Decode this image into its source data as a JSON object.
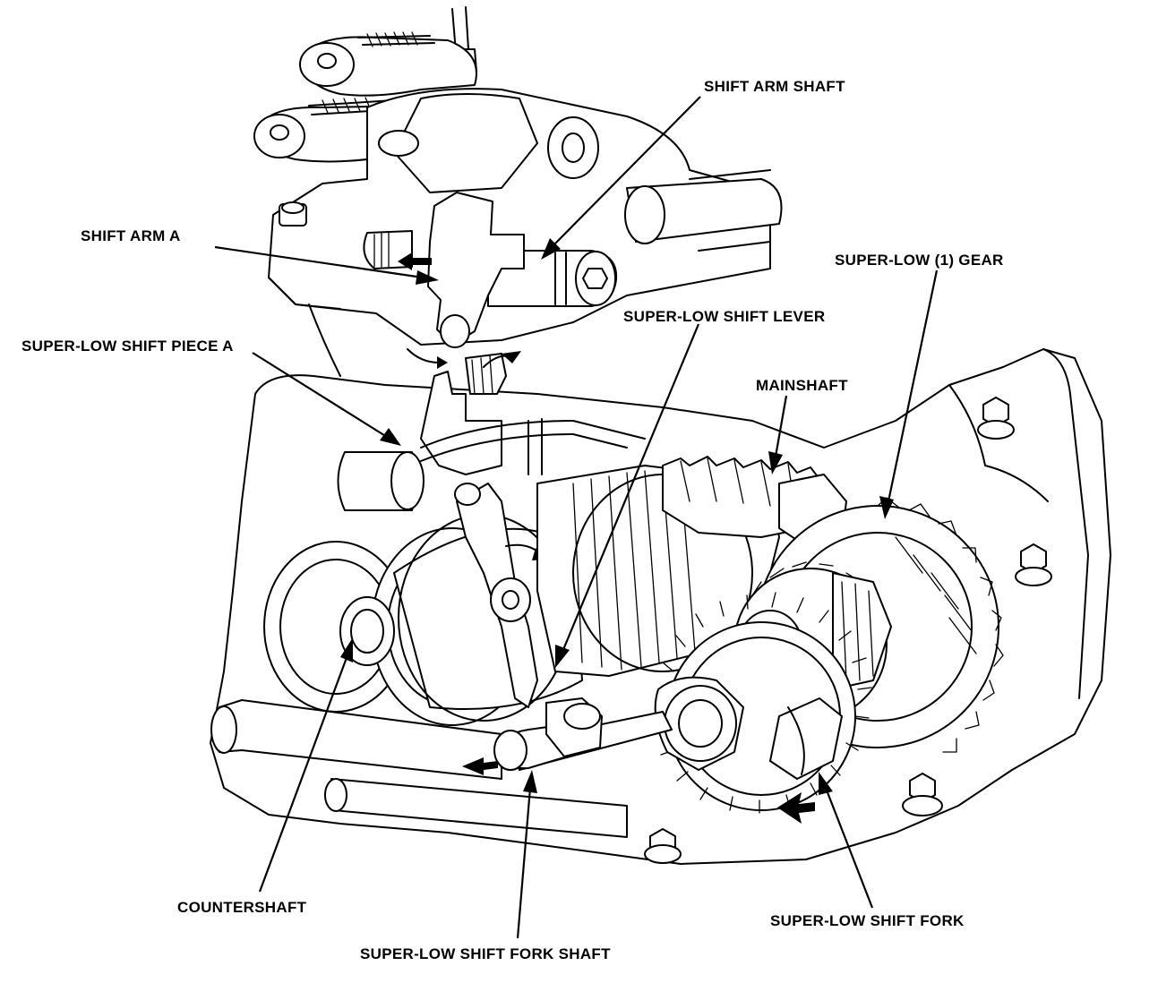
{
  "labels": {
    "shift_arm_shaft": "SHIFT ARM SHAFT",
    "shift_arm_a": "SHIFT ARM A",
    "super_low_1_gear": "SUPER-LOW (1) GEAR",
    "super_low_shift_lever": "SUPER-LOW SHIFT LEVER",
    "super_low_shift_piece_a": "SUPER-LOW SHIFT PIECE A",
    "mainshaft": "MAINSHAFT",
    "countershaft": "COUNTERSHAFT",
    "super_low_shift_fork": "SUPER-LOW SHIFT FORK",
    "super_low_shift_fork_shaft": "SUPER-LOW SHIFT FORK SHAFT"
  }
}
